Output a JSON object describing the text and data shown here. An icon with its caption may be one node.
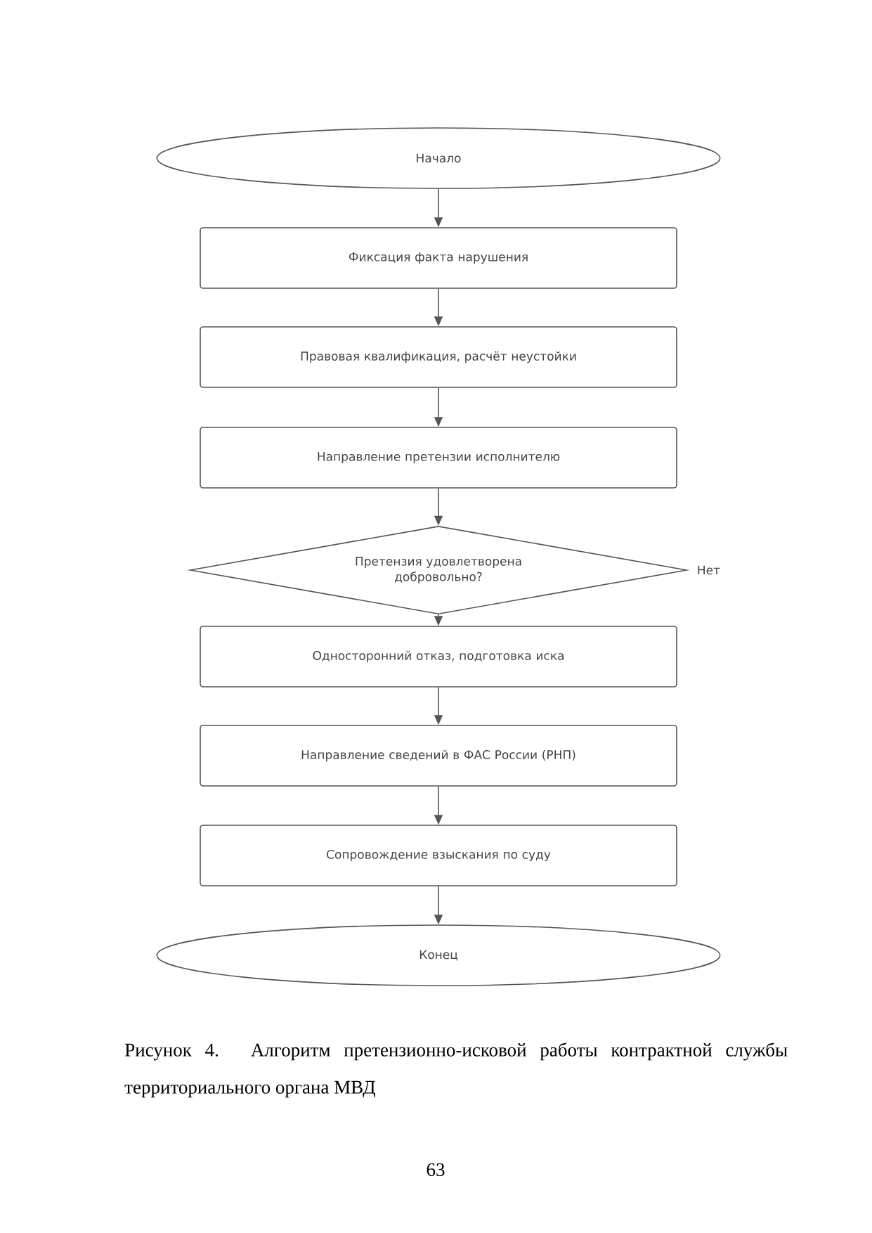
{
  "diagram": {
    "caption": "Рисунок 4. Алгоритм претензионно-исковой работы контрактной службы территориального органа МВД",
    "nodes": [
      {
        "text": [
          "Начало"
        ]
      },
      {
        "text": [
          "Фиксация факта нарушения"
        ]
      },
      {
        "text": [
          "Правовая квалификация, расчёт неустойки"
        ]
      },
      {
        "text": [
          "Направление претензии исполнителю"
        ]
      },
      {
        "text": [
          "Претензия удовлетворена добровольно?"
        ],
        "beside": [
          "Нет"
        ]
      },
      {
        "text": [
          "Односторонний отказ, подготовка иска"
        ]
      },
      {
        "text": [
          "Направление сведений в ФАС России (РНП)"
        ]
      },
      {
        "text": [
          "Сопровождение взыскания по суду"
        ]
      },
      {
        "text": [
          "Конец"
        ]
      }
    ],
    "edges": [
      {
        "from": 0,
        "to": 1,
        "arrow": "to"
      },
      {
        "from": 1,
        "to": 2,
        "arrow": "to"
      },
      {
        "from": 2,
        "to": 3,
        "arrow": "to"
      },
      {
        "from": 3,
        "to": 4,
        "arrow": "to"
      },
      {
        "from": 4,
        "to": 5,
        "arrow": "to"
      },
      {
        "from": 5,
        "to": 6,
        "arrow": "to"
      },
      {
        "from": 6,
        "to": 7,
        "arrow": "to"
      },
      {
        "from": 7,
        "to": 8,
        "arrow": "to"
      }
    ],
    "labels": [
      "63"
    ]
  }
}
